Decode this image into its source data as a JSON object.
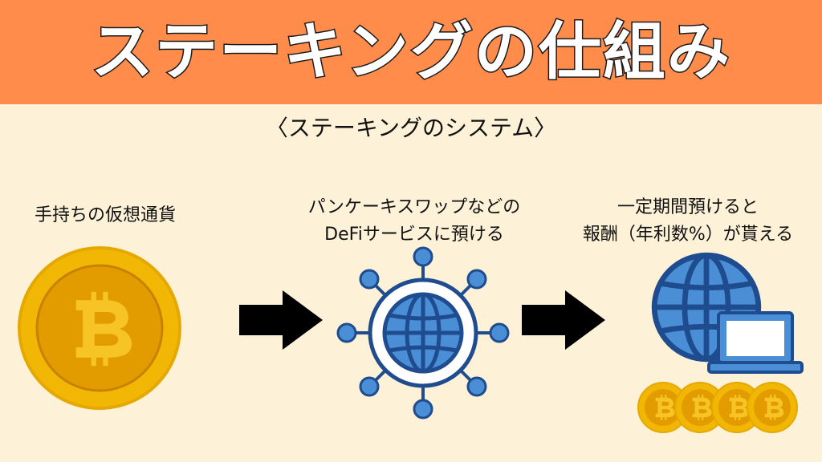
{
  "title": "ステーキングの仕組み",
  "subtitle": "〈ステーキングのシステム〉",
  "steps": [
    {
      "label_lines": [
        "手持ちの仮想通貨"
      ]
    },
    {
      "label_lines": [
        "パンケーキスワップなどの",
        "DeFiサービスに預ける"
      ]
    },
    {
      "label_lines": [
        "一定期間預けると",
        "報酬（年利数%）が貰える"
      ]
    }
  ],
  "colors": {
    "header": "#ff8c4b",
    "background": "#fdf1d8",
    "coin_outer": "#f2b705",
    "coin_inner": "#e09a00",
    "globe": "#4a8fd6",
    "globe_dark": "#1f4c8e",
    "arrow": "#000000"
  },
  "icons": [
    "bitcoin-coin-icon",
    "network-globe-icon",
    "globe-laptop-coins-icon"
  ]
}
